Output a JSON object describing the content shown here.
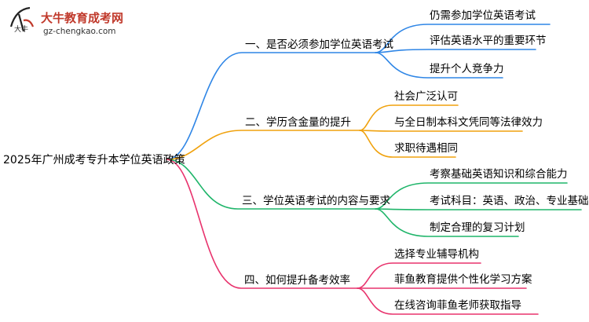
{
  "logo": {
    "brand_name": "大牛教育成考网",
    "url": "gz-chengkao.com",
    "mark_text": "大牛",
    "colors": {
      "red": "#c0392b",
      "dark": "#222222"
    }
  },
  "root": {
    "label": "2025年广州成考专升本学位英语政策"
  },
  "branches": [
    {
      "label": "一、是否必须参加学位英语考试",
      "color": "#2f86e6",
      "items": [
        "仍需参加学位英语考试",
        "评估英语水平的重要环节",
        "提升个人竞争力"
      ]
    },
    {
      "label": "二、学历含金量的提升",
      "color": "#f0a20e",
      "items": [
        "社会广泛认可",
        "与全日制本科文凭同等法律效力",
        "求职待遇相同"
      ]
    },
    {
      "label": "三、学位英语考试的内容与要求",
      "color": "#1fb56a",
      "items": [
        "考察基础英语知识和综合能力",
        "考试科目：英语、政治、专业基础课",
        "制定合理的复习计划"
      ]
    },
    {
      "label": "四、如何提升备考效率",
      "color": "#e8336d",
      "items": [
        "选择专业辅导机构",
        "菲鱼教育提供个性化学习方案",
        "在线咨询菲鱼老师获取指导"
      ]
    }
  ]
}
